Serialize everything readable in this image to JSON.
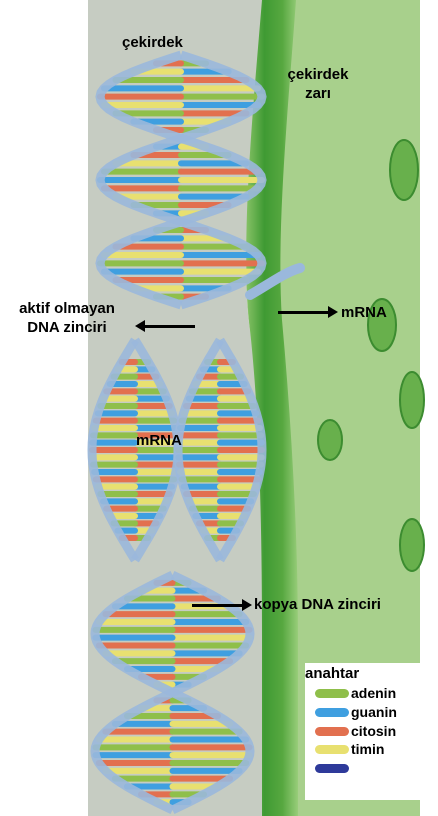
{
  "labels": {
    "nucleus": "çekirdek",
    "membrane_1": "çekirdek",
    "membrane_2": "zarı",
    "inactive_1": "aktif olmayan",
    "inactive_2": "DNA zinciri",
    "mrna_right": "mRNA",
    "mrna_center": "mRNA",
    "copy_strand": "kopya DNA zinciri"
  },
  "legend": {
    "title": "anahtar",
    "items": [
      {
        "label": "adenin",
        "color": "#8fbf4a"
      },
      {
        "label": "guanin",
        "color": "#3f9fe0"
      },
      {
        "label": "citosin",
        "color": "#e2704f"
      },
      {
        "label": "timin",
        "color": "#e8e070"
      },
      {
        "label": "",
        "color": "#2e3a9a"
      }
    ]
  },
  "colors": {
    "nucleus_bg": "#c6ccc2",
    "membrane": "#57a840",
    "cytoplasm": "#a7cf8a",
    "backbone": "#9ab8dc"
  }
}
